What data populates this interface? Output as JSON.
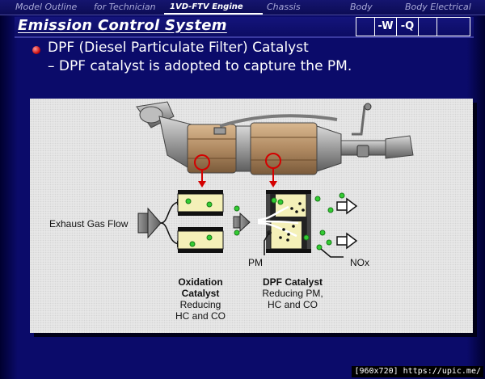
{
  "nav": {
    "tabs": [
      "Model Outline",
      "for Technician",
      "1VD-FTV Engine",
      "Chassis",
      "Body",
      "Body Electrical"
    ],
    "active": "1VD-FTV Engine"
  },
  "header": {
    "title": "Emission Control System",
    "codes": [
      "",
      "-W",
      "-Q",
      "",
      ""
    ]
  },
  "content": {
    "bullet": "DPF (Diesel Particulate Filter) Catalyst",
    "sub": "– DPF catalyst is adopted to capture the PM."
  },
  "diagram": {
    "exhaust_label": "Exhaust Gas Flow",
    "pm_label": "PM",
    "nox_label": "NOx",
    "oxidation": {
      "title_line1": "Oxidation",
      "title_line2": "Catalyst",
      "desc_line1": "Reducing",
      "desc_line2": "HC and CO"
    },
    "dpf": {
      "title": "DPF Catalyst",
      "desc_line1": "Reducing PM,",
      "desc_line2": "HC and CO"
    },
    "colors": {
      "red": "#d40000",
      "green": "#33cc33",
      "yellow": "#f4f0b8",
      "steel": "#9a9a9a",
      "copper": "#b08a62"
    }
  },
  "footer": {
    "text": "[960x720] https://upic.me/"
  }
}
